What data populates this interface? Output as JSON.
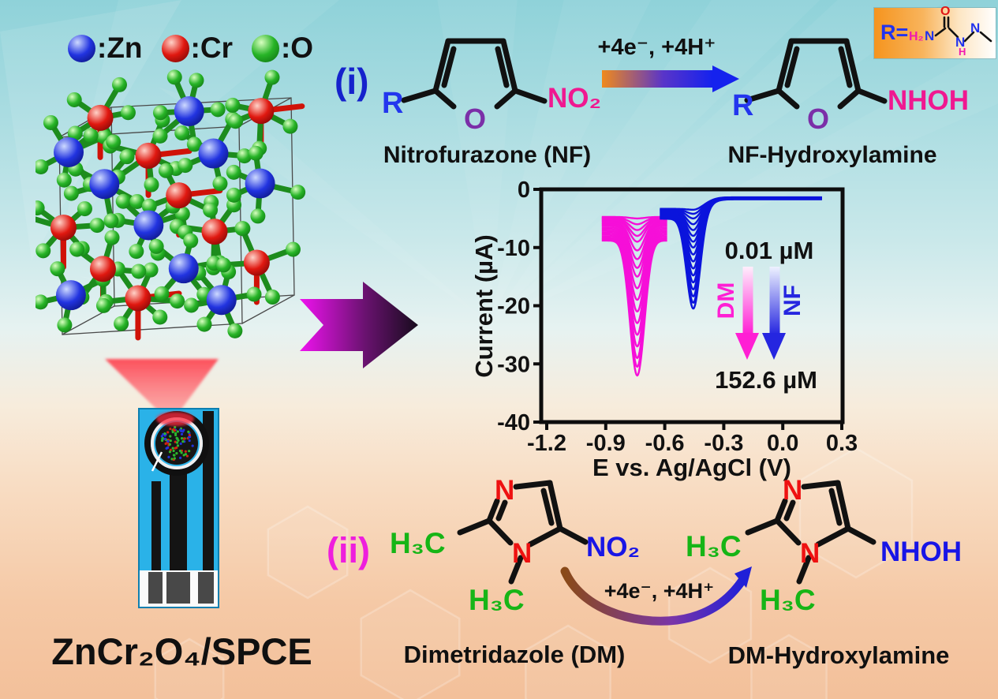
{
  "figure": {
    "description_labels": {
      "electrode_label": "ZnCr₂O₄/SPCE"
    }
  },
  "legend": {
    "items": [
      {
        "atom": "Zn",
        "label": ":Zn",
        "color": "#2133e0"
      },
      {
        "atom": "Cr",
        "label": ":Cr",
        "color": "#e01810"
      },
      {
        "atom": "O",
        "label": ":O",
        "color": "#27b427"
      }
    ]
  },
  "electrode": {
    "label": "ZnCr₂O₄/SPCE",
    "strip_color": "#2ab2e8"
  },
  "reaction_i": {
    "index": "(i)",
    "reactant": {
      "r": "R",
      "o": "O",
      "group": "NO₂",
      "name": "Nitrofurazone (NF)"
    },
    "arrow_label": "+4e⁻, +4H⁺",
    "product": {
      "r": "R",
      "o": "O",
      "group": "NHOH",
      "name": "NF-Hydroxylamine"
    },
    "r_box": {
      "label": "R=",
      "h2": "H₂",
      "n_amine": "N",
      "o": "O",
      "n_mid": "N",
      "h_mid": "H",
      "n_end": "N"
    }
  },
  "reaction_ii": {
    "index": "(ii)",
    "reactant": {
      "ch3_left": "H₃C",
      "n_top": "N",
      "n_ring": "N",
      "ch3_bottom": "H₃C",
      "group": "NO₂",
      "name": "Dimetridazole (DM)"
    },
    "arrow_label": "+4e⁻, +4H⁺",
    "product": {
      "ch3_left": "H₃C",
      "n_top": "N",
      "n_ring": "N",
      "ch3_bottom": "H₃C",
      "group": "NHOH",
      "name": "DM-Hydroxylamine"
    }
  },
  "chart_data": {
    "type": "line",
    "title": "",
    "xlabel": "E vs. Ag/AgCl (V)",
    "ylabel": "Current (µA)",
    "xlim": [
      -1.23,
      0.31
    ],
    "ylim": [
      -41,
      0.5
    ],
    "xticks": [
      -1.2,
      -0.9,
      -0.6,
      -0.3,
      0.0,
      0.3
    ],
    "xtick_labels": [
      "-1.2",
      "-0.9",
      "-0.6",
      "-0.3",
      "0.0",
      "0.3"
    ],
    "yticks": [
      0,
      -10,
      -20,
      -30,
      -40
    ],
    "ytick_labels": [
      "0",
      "-10",
      "-20",
      "-30",
      "-40"
    ],
    "grid": false,
    "legend_position": "none",
    "annotations": {
      "conc_low": "0.01 µM",
      "conc_high": "152.6 µM"
    },
    "series": [
      {
        "name": "DM",
        "color": "#f60fd8",
        "peak_V": -0.74,
        "peak_width_V": 0.052,
        "x_start": -0.92,
        "x_end": -0.585,
        "base_uA": -4,
        "peak_currents_uA": [
          -5,
          -6,
          -7,
          -8,
          -9,
          -10.5,
          -12,
          -13.5,
          -15,
          -17,
          -19,
          -21,
          -23,
          -25,
          -27,
          -29,
          -30.5,
          -32
        ]
      },
      {
        "name": "NF",
        "color": "#0b14dc",
        "peak_V": -0.455,
        "peak_width_V": 0.048,
        "x_start": -0.625,
        "x_end": 0.2,
        "base_uA": -3,
        "tail_uA": -1.3,
        "peak_currents_uA": [
          -3.5,
          -4.2,
          -5,
          -6,
          -7,
          -8,
          -9,
          -10,
          -11.2,
          -12.4,
          -13.6,
          -14.8,
          -16,
          -17.2,
          -18.4,
          -19.5,
          -20.5
        ]
      }
    ]
  }
}
